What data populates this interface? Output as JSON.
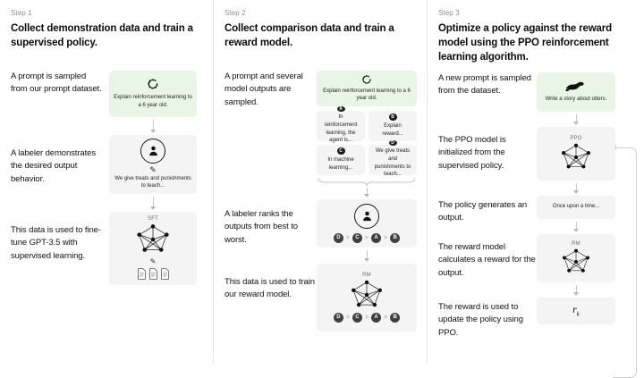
{
  "steps": [
    {
      "step_label": "Step 1",
      "title": "Collect demonstration data and train a supervised policy.",
      "captions": [
        "A prompt is sampled from our prompt dataset.",
        "A labeler demonstrates the desired output behavior.",
        "This data is used to fine-tune GPT-3.5 with supervised learning."
      ],
      "prompt_card": {
        "icon": "circular-arrows-icon",
        "text": "Explain reinforcement learning to a 6 year old."
      },
      "labeler_card": {
        "icon": "person-avatar-icon",
        "pencil": "pencil-icon",
        "text": "We give treats and punishments to teach..."
      },
      "model_card": {
        "label": "SFT",
        "icon": "neural-network-icon",
        "pencil": "pencil-icon",
        "docs": "documents-icon"
      }
    },
    {
      "step_label": "Step 2",
      "title": "Collect comparison data and train a reward model.",
      "captions": [
        "A prompt and several model outputs are sampled.",
        "A labeler ranks the outputs from best to worst.",
        "This data is used to train our reward model."
      ],
      "prompt_card": {
        "icon": "circular-arrows-icon",
        "text": "Explain reinforcement learning to a 6 year old."
      },
      "options": [
        {
          "badge": "A",
          "text": "In reinforcement learning, the agent is..."
        },
        {
          "badge": "B",
          "text": "Explain reward..."
        },
        {
          "badge": "C",
          "text": "In machine learning..."
        },
        {
          "badge": "D",
          "text": "We give treats and punishments to teach..."
        }
      ],
      "ranking": [
        "D",
        "C",
        "A",
        "B"
      ],
      "ranking_separator": ">",
      "labeler_card": {
        "icon": "person-avatar-icon"
      },
      "model_card": {
        "label": "RM",
        "icon": "neural-network-icon"
      }
    },
    {
      "step_label": "Step 3",
      "title": "Optimize a policy against the reward model using the PPO reinforcement learning algorithm.",
      "captions": [
        "A new prompt is sampled from the dataset.",
        "The PPO model is initialized from the supervised policy.",
        "The policy generates an output.",
        "The reward model calculates a reward for the output.",
        "The reward is used to update the policy using PPO."
      ],
      "prompt_card": {
        "icon": "otter-icon",
        "text": "Write a story about otters."
      },
      "ppo_card": {
        "label": "PPO",
        "icon": "neural-network-icon"
      },
      "output_card": {
        "text": "Once upon a time..."
      },
      "rm_card": {
        "label": "RM",
        "icon": "neural-network-icon"
      },
      "reward_card": {
        "symbol": "r",
        "subscript": "k"
      }
    }
  ],
  "colors": {
    "prompt_green": "#e9f6e6",
    "card_gray": "#f4f4f4",
    "text": "#0f0f0f",
    "muted": "#8e8e8e",
    "arrow": "#c4c4c4"
  }
}
